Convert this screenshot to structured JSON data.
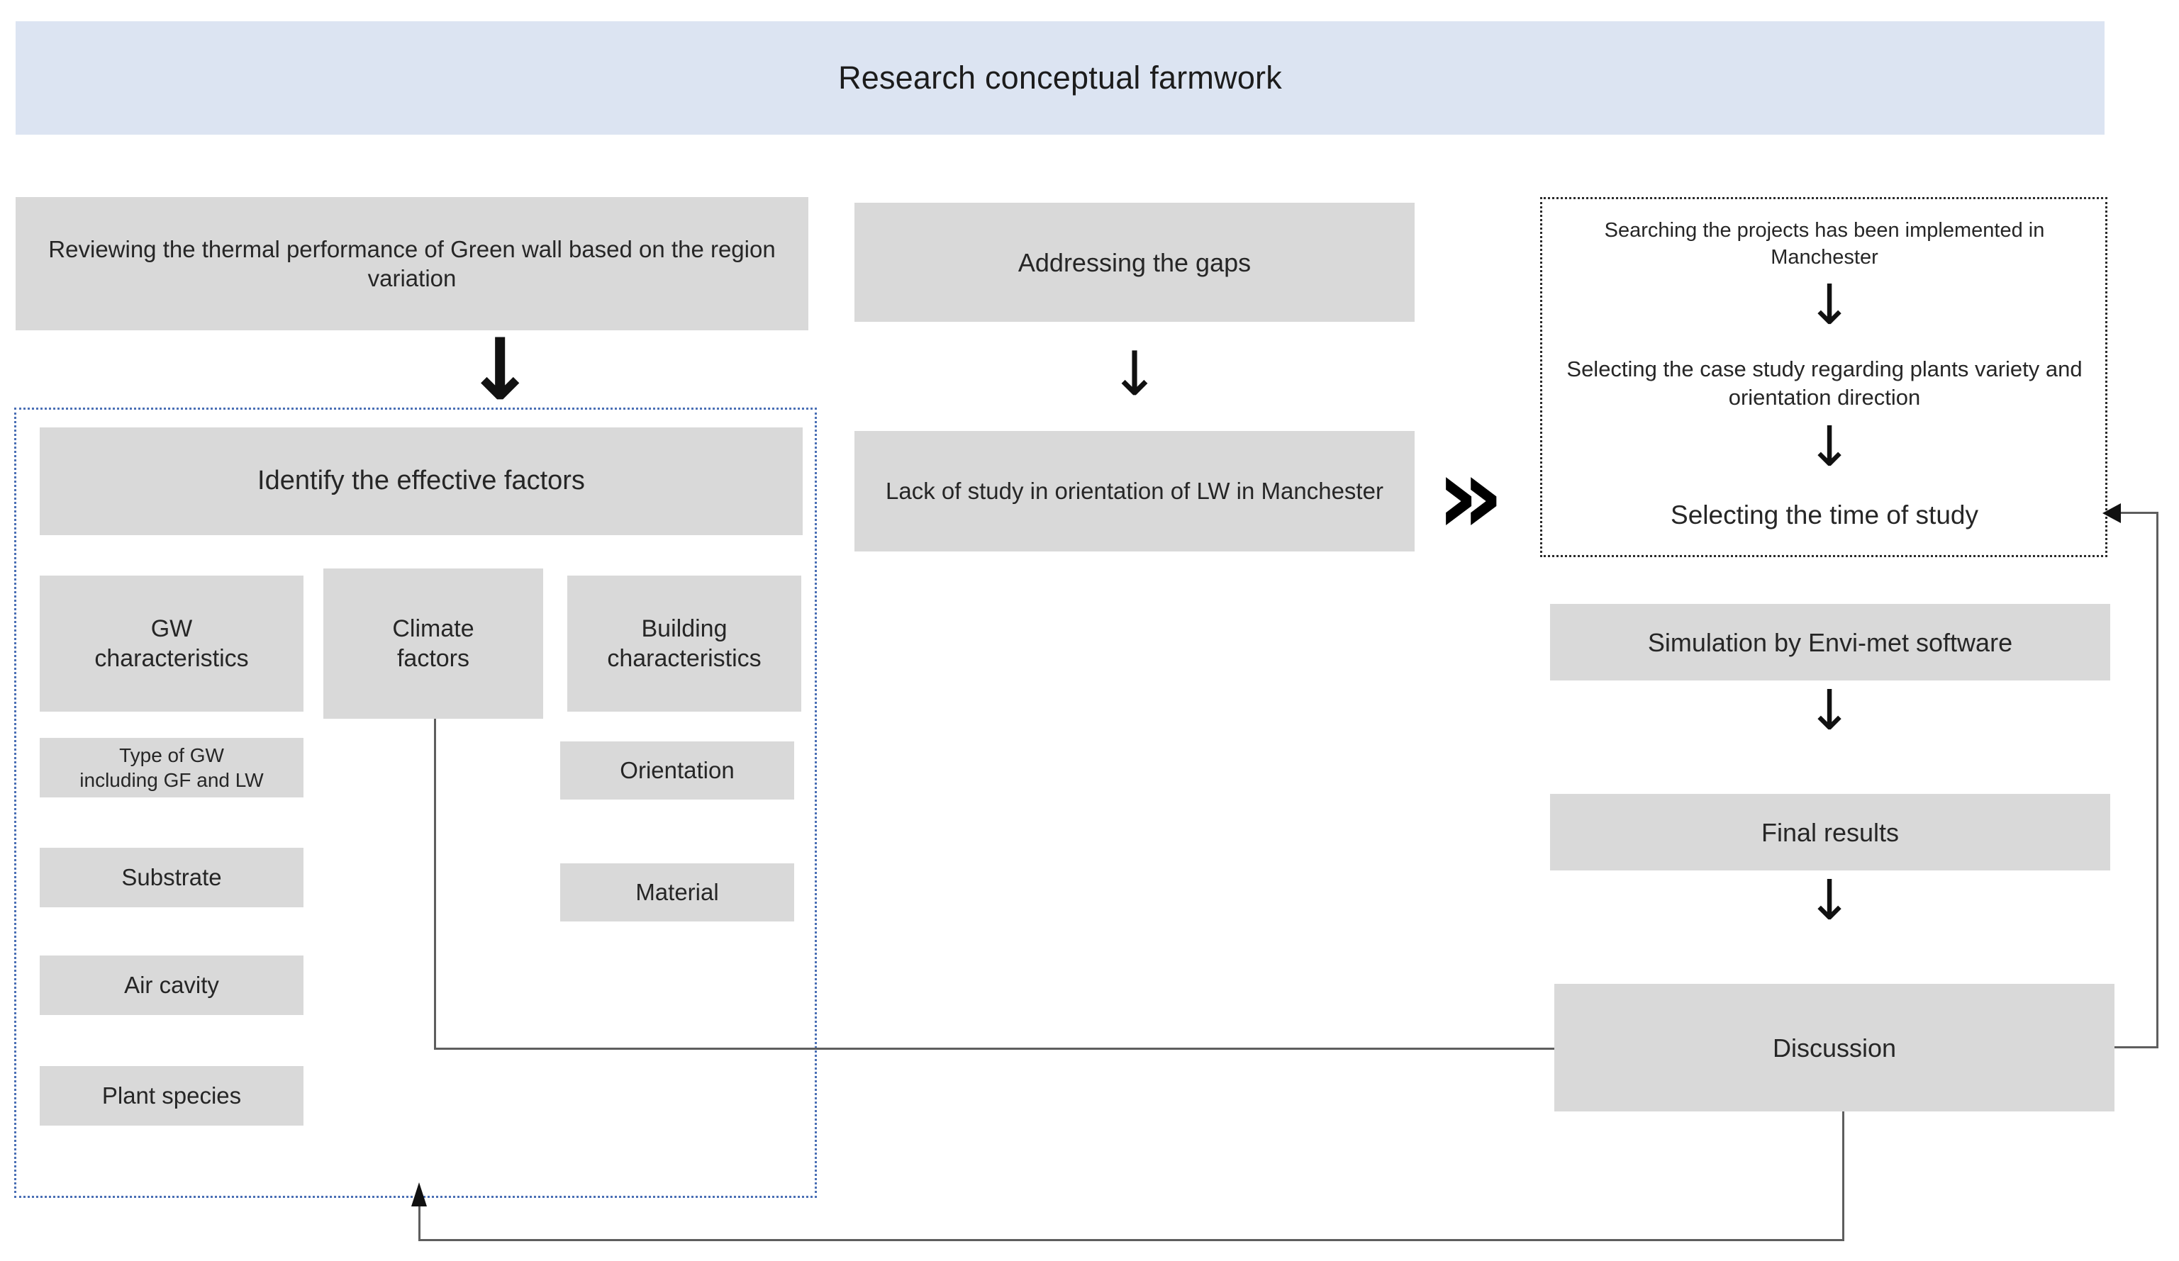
{
  "header": {
    "title": "Research conceptual farmwork",
    "band_color": "#dce4f2"
  },
  "colors": {
    "node_fill": "#d9d9d9",
    "group_blue_border": "#4a6fb5",
    "group_black_border": "#2b2b2b",
    "connector": "#5e5e5e",
    "text": "#262626"
  },
  "columns": {
    "left": {
      "review_box": "Reviewing the thermal performance of Green wall based on the region variation",
      "identify_box": "Identify the effective factors",
      "factor_groups": [
        {
          "label": "GW\ncharacteristics"
        },
        {
          "label": "Climate\nfactors"
        },
        {
          "label": "Building\ncharacteristics"
        }
      ],
      "gw_sub_items": [
        "Type of GW\nincluding GF and LW",
        "Substrate",
        "Air cavity",
        "Plant species"
      ],
      "building_sub_items": [
        "Orientation",
        "Material"
      ]
    },
    "middle": {
      "gaps_box": "Addressing the gaps",
      "lack_box": "Lack of study in orientation of LW in Manchester"
    },
    "right": {
      "method_steps": [
        "Searching the projects has been implemented in Manchester",
        "Selecting the case study regarding plants variety and orientation direction",
        "Selecting the time of study"
      ],
      "outcome_steps": [
        "Simulation by Envi-met software",
        "Final results",
        "Discussion"
      ]
    }
  },
  "icons": {
    "arrow_down": "↓",
    "double_chevron": "»"
  }
}
